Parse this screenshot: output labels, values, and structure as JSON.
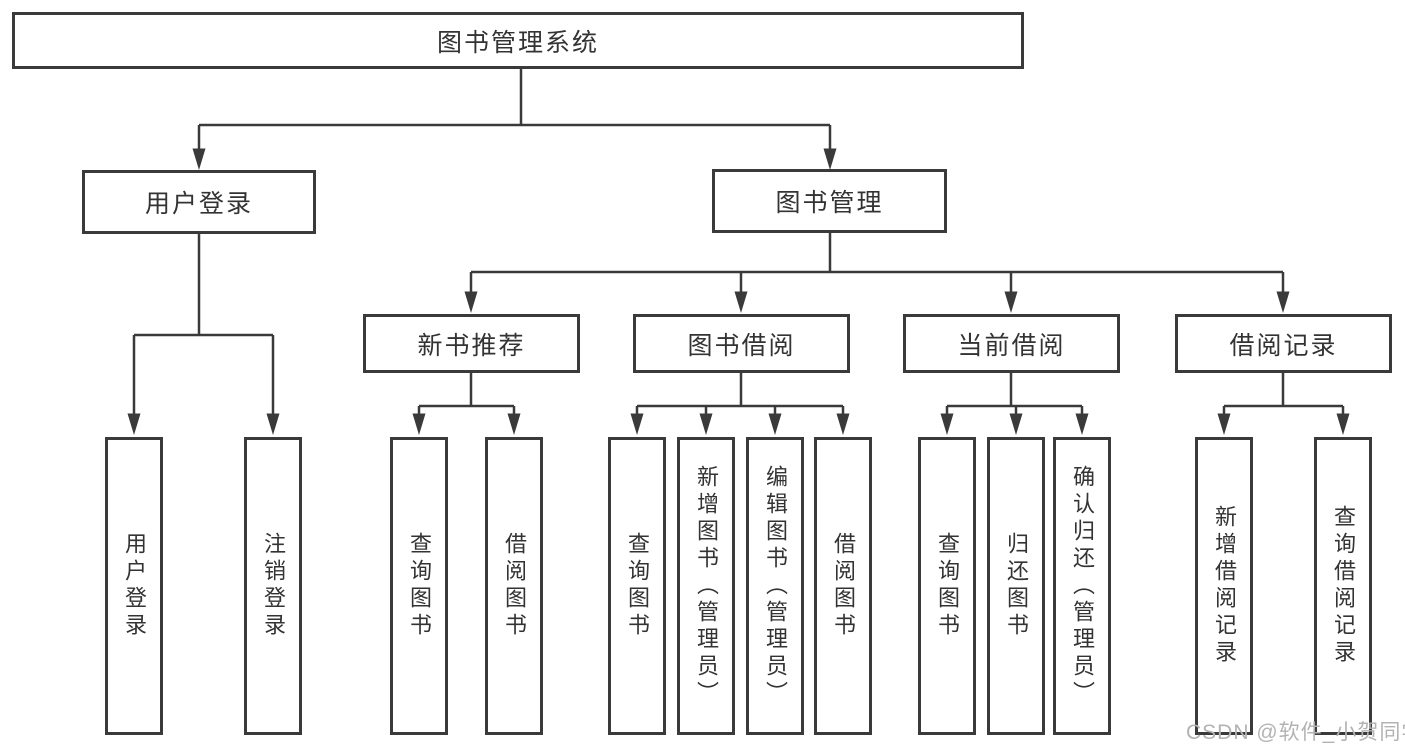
{
  "tree": {
    "root": {
      "label": "图书管理系统",
      "children": [
        {
          "label": "用户登录",
          "children": [
            {
              "label": "用户登录"
            },
            {
              "label": "注销登录"
            }
          ]
        },
        {
          "label": "图书管理",
          "children": [
            {
              "label": "新书推荐",
              "children": [
                {
                  "label": "查询图书"
                },
                {
                  "label": "借阅图书"
                }
              ]
            },
            {
              "label": "图书借阅",
              "children": [
                {
                  "label": "查询图书"
                },
                {
                  "label": "新增图书（管理员）"
                },
                {
                  "label": "编辑图书（管理员）"
                },
                {
                  "label": "借阅图书"
                }
              ]
            },
            {
              "label": "当前借阅",
              "children": [
                {
                  "label": "查询图书"
                },
                {
                  "label": "归还图书"
                },
                {
                  "label": "确认归还（管理员）"
                }
              ]
            },
            {
              "label": "借阅记录",
              "children": [
                {
                  "label": "新增借阅记录"
                },
                {
                  "label": "查询借阅记录"
                }
              ]
            }
          ]
        }
      ]
    }
  },
  "watermark": {
    "text": "CSDN @软件_小贺同学"
  },
  "colors": {
    "line": "#3a3a3a",
    "box_border": "#3a3a3a",
    "text": "#333333",
    "watermark": "#b3b3b3",
    "background": "#ffffff"
  }
}
